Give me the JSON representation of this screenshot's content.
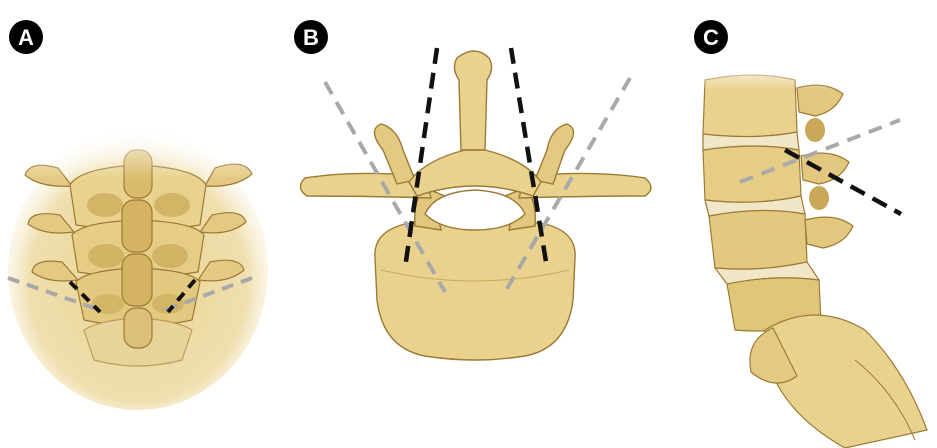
{
  "panels": [
    {
      "label": "A",
      "view": "posterior-lumbar-spine"
    },
    {
      "label": "B",
      "view": "axial-vertebra"
    },
    {
      "label": "C",
      "view": "lateral-lumbar-spine"
    }
  ],
  "colors": {
    "bone_fill": "#E9D28E",
    "bone_shadow": "#C9A858",
    "bone_outline": "#9C7A34",
    "disc": "#F1E6C8",
    "line_black": "#111111",
    "line_gray": "#A9A9A9",
    "badge": "#000000"
  }
}
